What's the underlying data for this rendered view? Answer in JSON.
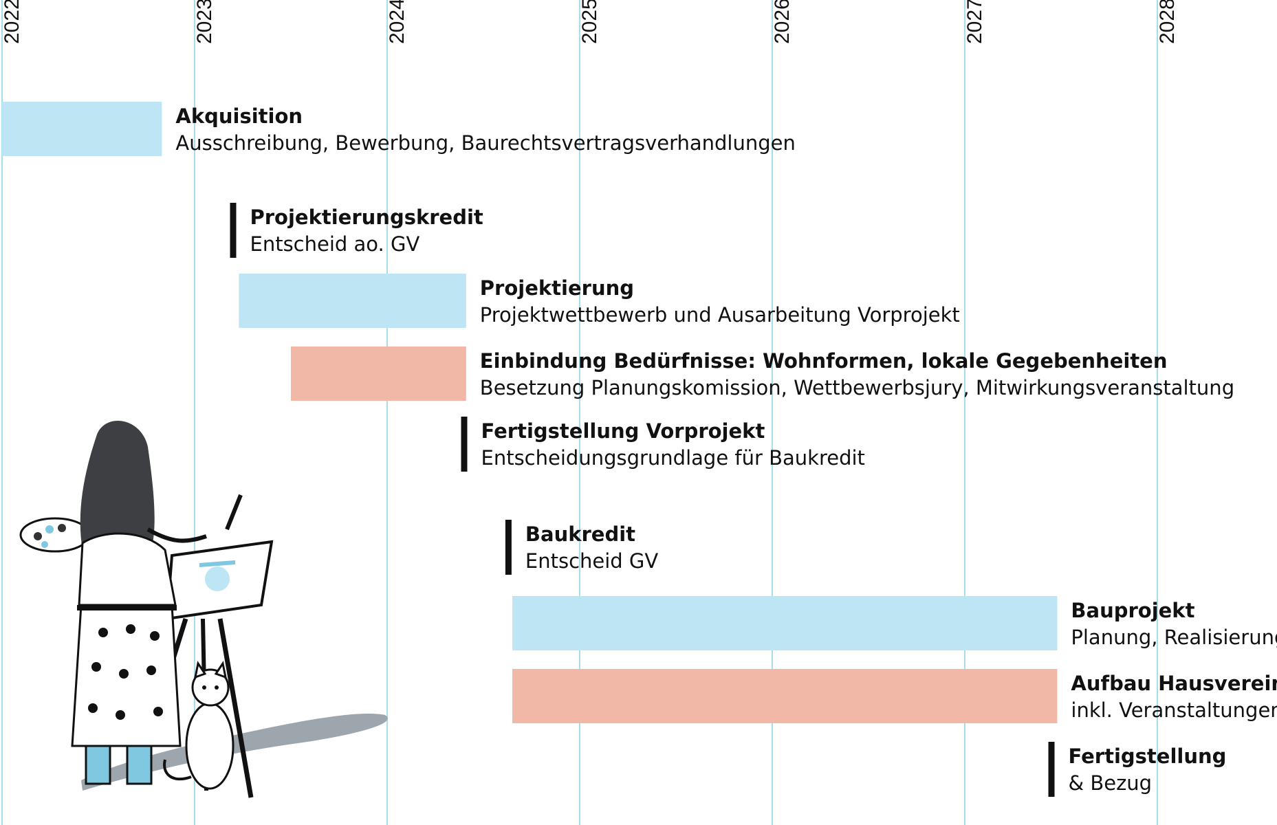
{
  "chart_data": {
    "type": "gantt",
    "title": "",
    "xlabel": "",
    "ylabel": "",
    "x_axis": {
      "ticks": [
        2022,
        2023,
        2024,
        2025,
        2026,
        2027,
        2028
      ],
      "range": [
        2022,
        2028.6
      ],
      "position": "top",
      "grid": true
    },
    "colors": {
      "project": "#bde5f4",
      "community": "#f2b8a7",
      "milestone": "#111111",
      "grid": "#a9dcef"
    },
    "items": [
      {
        "kind": "bar",
        "category": "project",
        "start": 2022.0,
        "end": 2022.83,
        "title": "Akquisition",
        "subtitle": "Ausschreibung, Bewerbung, Baurechtsvertragsverhandlungen"
      },
      {
        "kind": "milestone",
        "at": 2023.2,
        "title": "Projektierungskredit",
        "subtitle": "Entscheid ao. GV"
      },
      {
        "kind": "bar",
        "category": "project",
        "start": 2023.23,
        "end": 2024.41,
        "title": "Projektierung",
        "subtitle": "Projektwettbewerb und Ausarbeitung Vorprojekt"
      },
      {
        "kind": "bar",
        "category": "community",
        "start": 2023.5,
        "end": 2024.41,
        "title": "Einbindung Bedürfnisse: Wohnformen, lokale Gegebenheiten",
        "subtitle": "Besetzung Planungskomission, Wettbewerbsjury, Mitwirkungsveranstaltung"
      },
      {
        "kind": "milestone",
        "at": 2024.4,
        "title": "Fertigstellung Vorprojekt",
        "subtitle": "Entscheidungsgrundlage für Baukredit"
      },
      {
        "kind": "milestone",
        "at": 2024.63,
        "title": "Baukredit",
        "subtitle": "Entscheid GV"
      },
      {
        "kind": "bar",
        "category": "project",
        "start": 2024.65,
        "end": 2027.48,
        "title": "Bauprojekt",
        "subtitle": "Planung, Realisierung"
      },
      {
        "kind": "bar",
        "category": "community",
        "start": 2024.65,
        "end": 2027.48,
        "title": "Aufbau Hausverein",
        "subtitle": "inkl. Veranstaltungen"
      },
      {
        "kind": "milestone",
        "at": 2027.45,
        "title": "Fertigstellung",
        "subtitle": "& Bezug"
      }
    ]
  }
}
